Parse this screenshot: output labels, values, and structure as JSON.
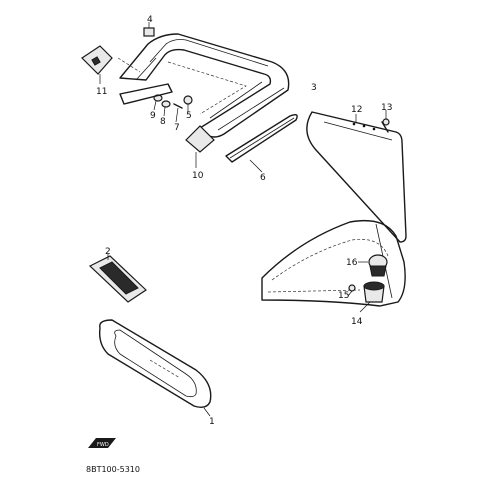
{
  "diagram": {
    "callouts": [
      "1",
      "2",
      "3",
      "4",
      "5",
      "6",
      "7",
      "8",
      "9",
      "10",
      "11",
      "12",
      "13",
      "14",
      "15",
      "16"
    ],
    "footer_code": "8BT100-5310",
    "front_badge": "FWD"
  }
}
